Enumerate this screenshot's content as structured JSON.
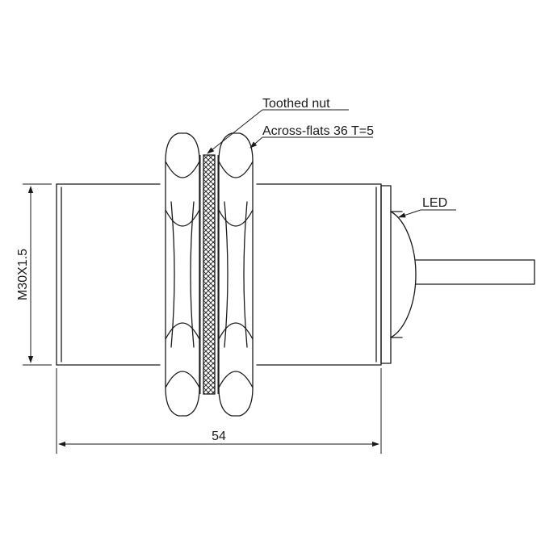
{
  "labels": {
    "toothed_nut": "Toothed nut",
    "across_flats": "Across-flats 36 T=5",
    "led": "LED",
    "thread": "M30X1.5",
    "length": "54"
  },
  "colors": {
    "stroke": "#1a1a1a",
    "background": "#ffffff"
  }
}
